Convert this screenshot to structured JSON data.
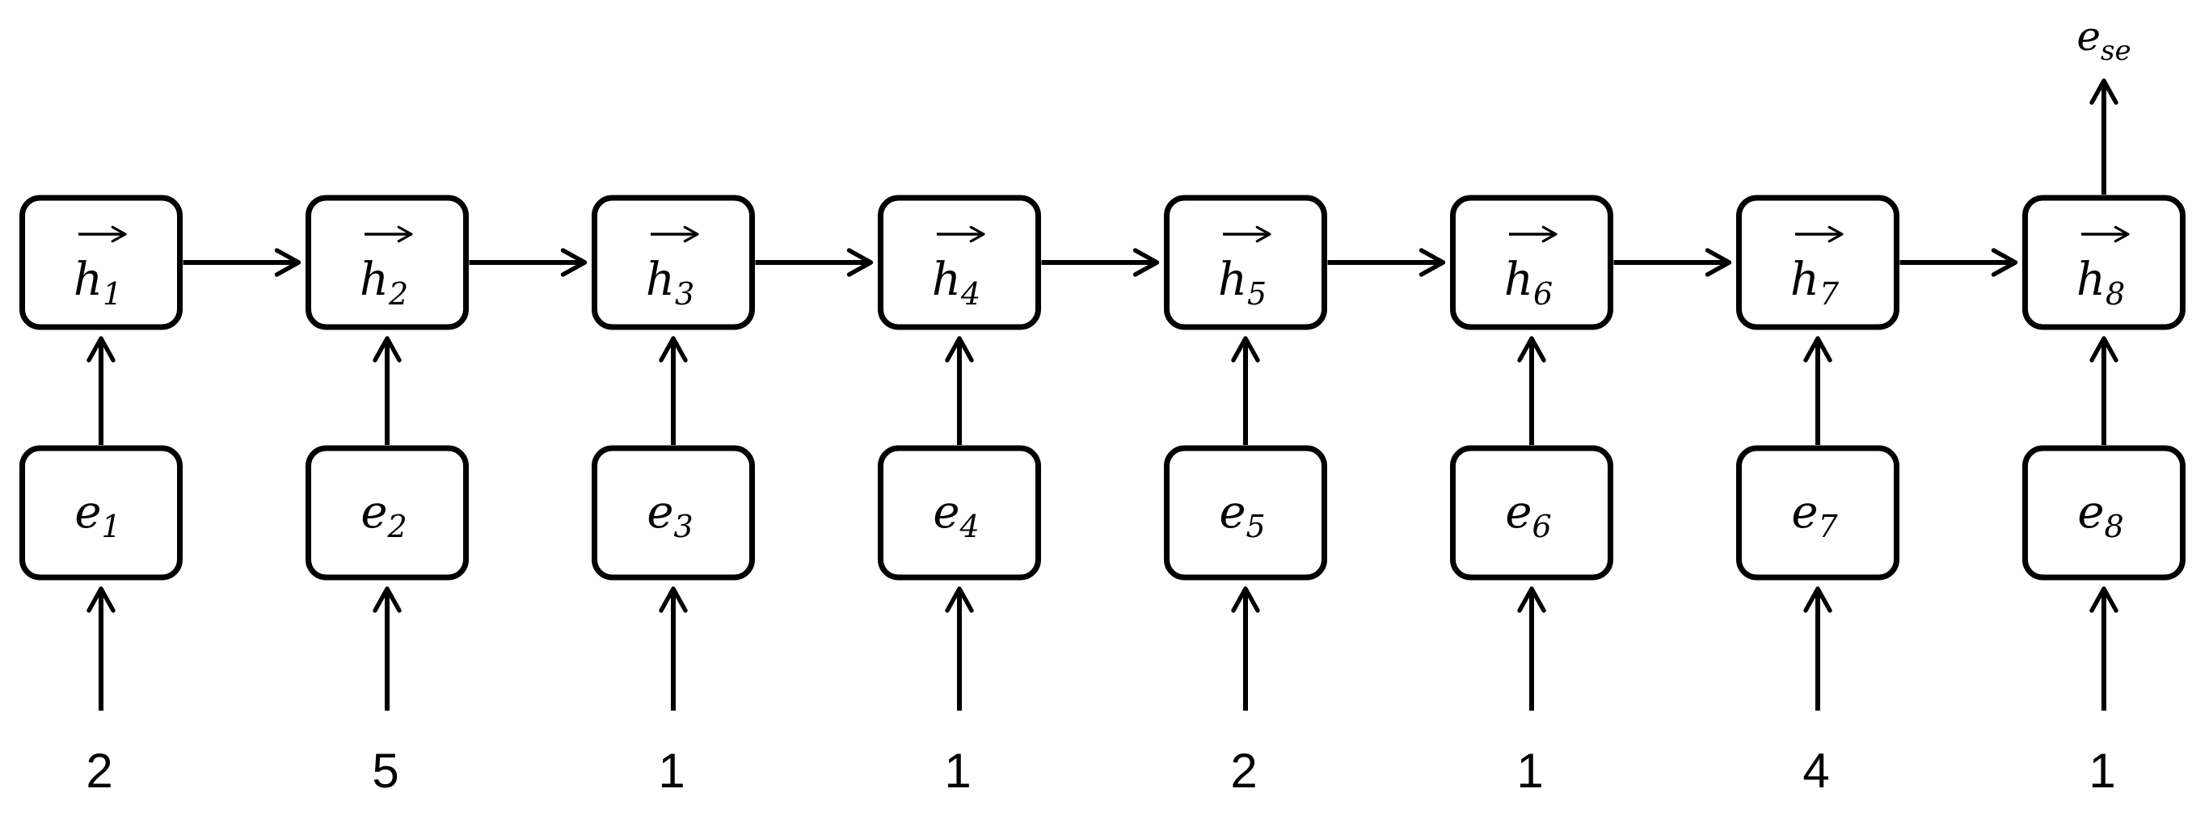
{
  "diagram": {
    "output": {
      "base": "e",
      "sub": "se"
    },
    "hidden_base": "h",
    "input_base": "e",
    "steps": [
      {
        "index": "1",
        "value": "2"
      },
      {
        "index": "2",
        "value": "5"
      },
      {
        "index": "3",
        "value": "1"
      },
      {
        "index": "4",
        "value": "1"
      },
      {
        "index": "5",
        "value": "2"
      },
      {
        "index": "6",
        "value": "1"
      },
      {
        "index": "7",
        "value": "4"
      },
      {
        "index": "8",
        "value": "1"
      }
    ]
  }
}
